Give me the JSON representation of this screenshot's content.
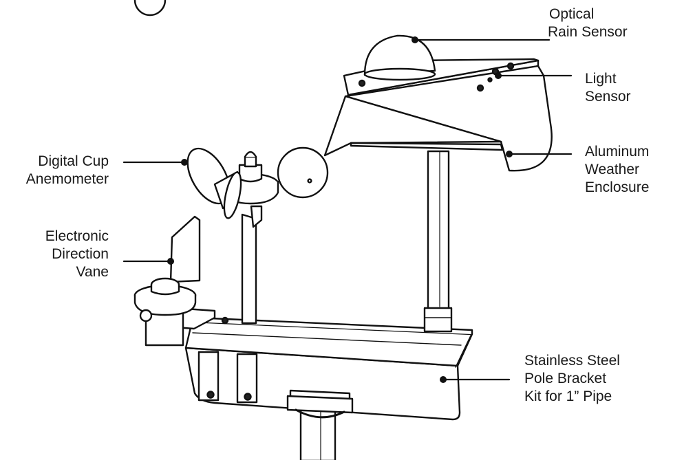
{
  "labels": {
    "rain_sensor": [
      "Optical",
      "Rain Sensor"
    ],
    "light_sensor": [
      "Light",
      "Sensor"
    ],
    "enclosure": [
      "Aluminum",
      "Weather",
      "Enclosure"
    ],
    "anemometer": [
      "Digital Cup",
      "Anemometer"
    ],
    "vane": [
      "Electronic",
      "Direction",
      "Vane"
    ],
    "bracket": [
      "Stainless Steel",
      "Pole Bracket",
      "Kit for 1” Pipe"
    ]
  }
}
